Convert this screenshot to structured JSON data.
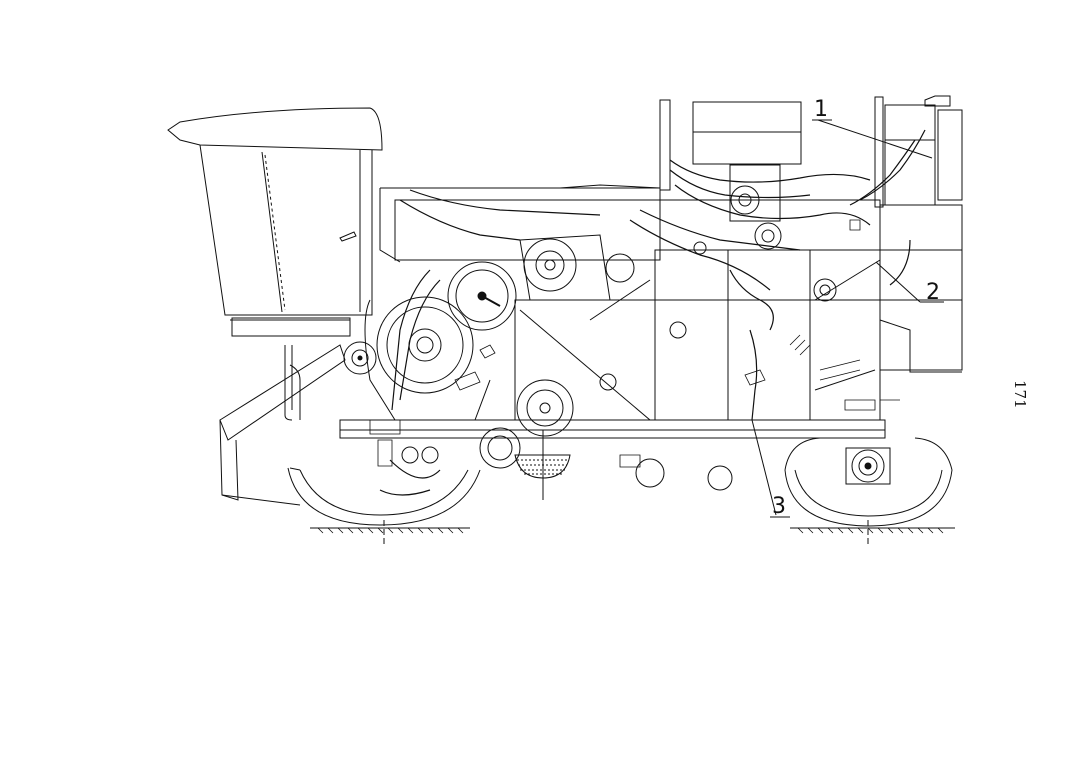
{
  "diagram": {
    "callouts": [
      {
        "label": "1"
      },
      {
        "label": "2"
      },
      {
        "label": "3"
      }
    ],
    "page_number": "171",
    "line_color": "#111111"
  }
}
